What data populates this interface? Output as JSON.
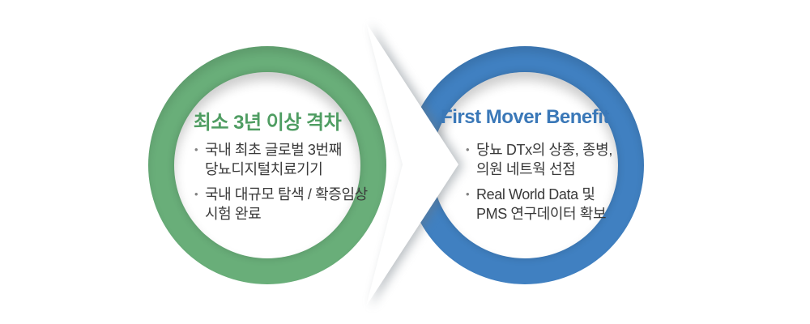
{
  "page": {
    "background_color": "#ffffff"
  },
  "glyphs": {
    "bullet": "•"
  },
  "arrow": {
    "type": "right-chevron",
    "fill_color": "#ffffff",
    "shadow_color": "rgba(105,115,125,0.45)"
  },
  "left_circle": {
    "ring_color": "#69ae79",
    "title": "최소 3년 이상 격차",
    "title_color": "#4f9d62",
    "bullets": [
      {
        "lines": [
          "국내 최초 글로벌 3번째",
          "당뇨디지털치료기기"
        ]
      },
      {
        "lines": [
          "국내 대규모 탐색 / 확증임상",
          "시험 완료"
        ]
      }
    ]
  },
  "right_circle": {
    "ring_color": "#4080c1",
    "title": "First Mover Benefit",
    "title_color": "#3a78b8",
    "bullets": [
      {
        "lines": [
          "당뇨 DTx의 상종, 종병,",
          "의원 네트웍 선점"
        ]
      },
      {
        "lines": [
          "Real World Data 및",
          "PMS 연구데이터 확보"
        ]
      }
    ]
  },
  "text_style": {
    "body_color": "#3a3a3a",
    "bullet_dot_color": "#828282"
  }
}
